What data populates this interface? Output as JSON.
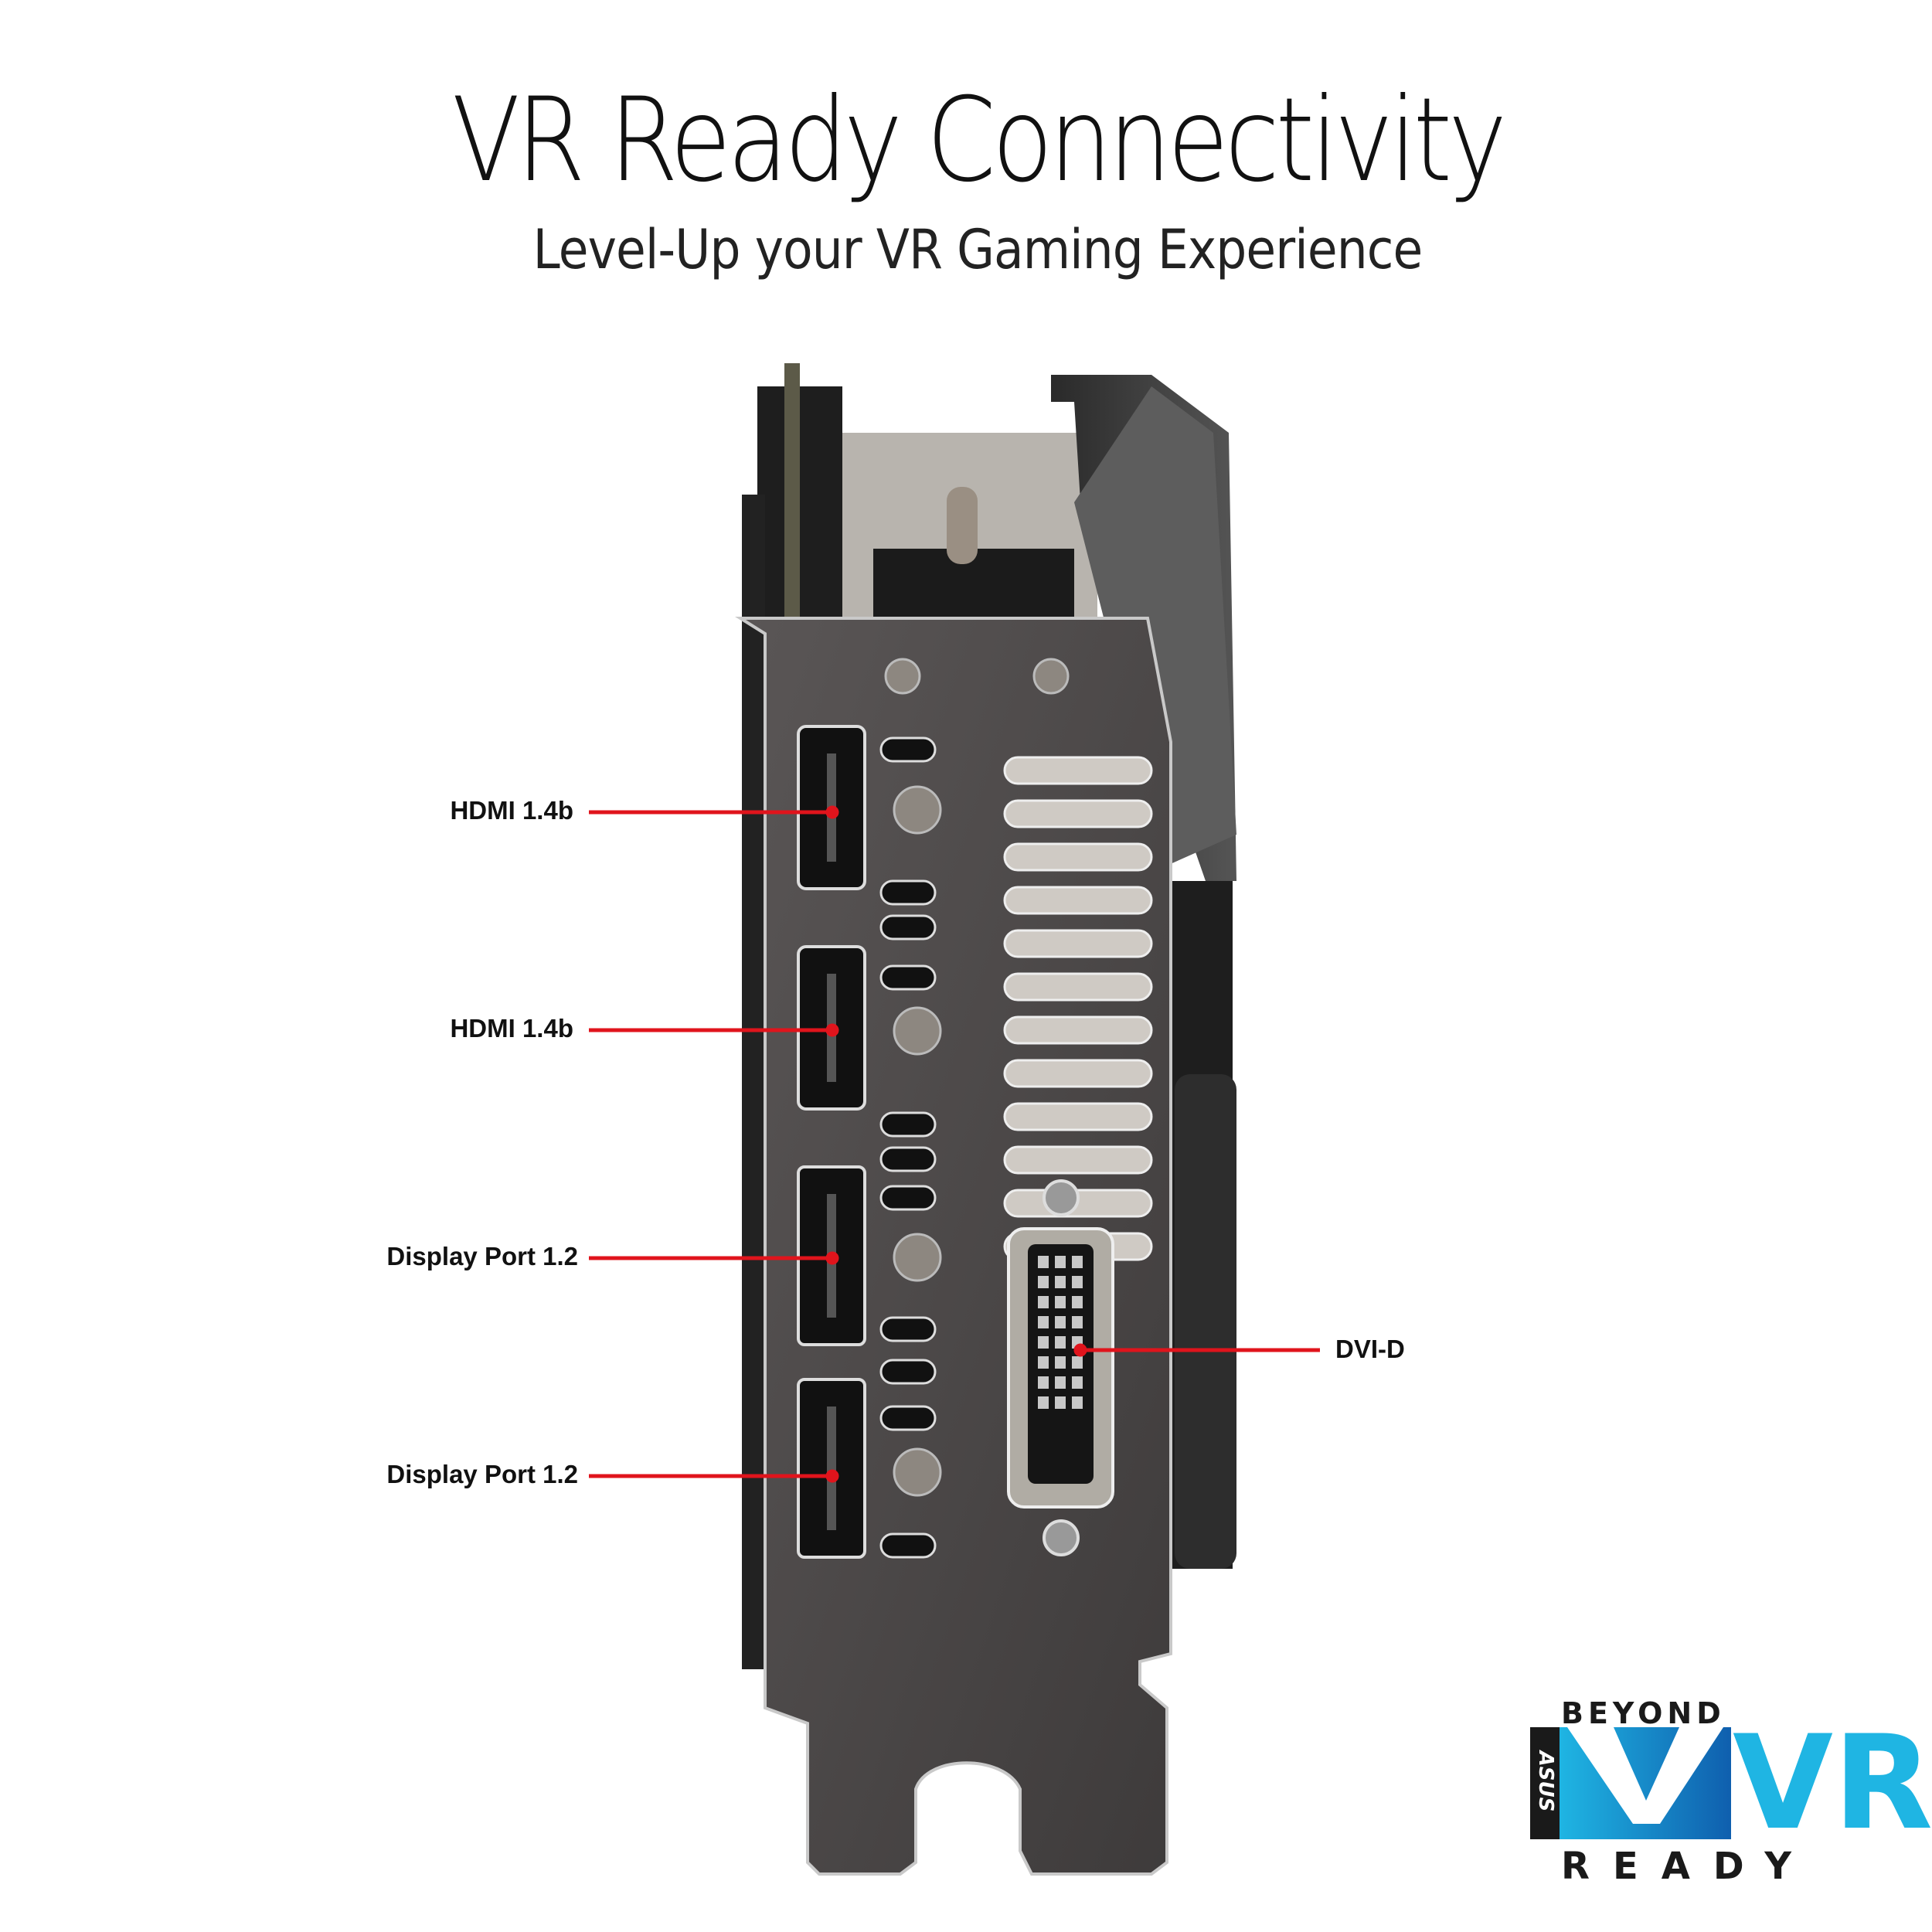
{
  "header": {
    "title": "VR Ready Connectivity",
    "subtitle": "Level-Up your VR Gaming Experience"
  },
  "ports": [
    {
      "label": "HDMI 1.4b"
    },
    {
      "label": "HDMI 1.4b"
    },
    {
      "label": "Display Port 1.2"
    },
    {
      "label": "Display Port 1.2"
    },
    {
      "label": "DVI-D"
    }
  ],
  "logo": {
    "top_text": "BEYOND",
    "main_text": "VR",
    "bottom_text": "READY",
    "brand": "ASUS"
  },
  "colors": {
    "callout": "#e0141c",
    "bracket": "#4a4848",
    "logo_blue": "#1fb5e3",
    "logo_dark_blue": "#0f5fae"
  }
}
